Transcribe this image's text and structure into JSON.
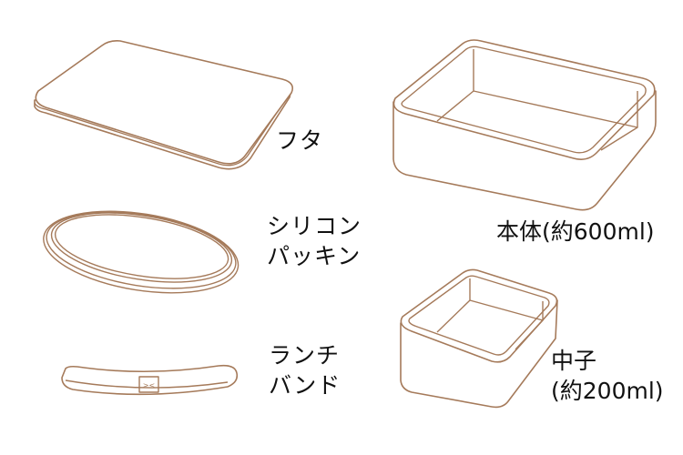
{
  "stroke_color": "#a57a5a",
  "parts": {
    "lid": {
      "label": "フタ"
    },
    "gasket": {
      "label_line1": "シリコン",
      "label_line2": "パッキン"
    },
    "band": {
      "label_line1": "ランチ",
      "label_line2": "バンド"
    },
    "body": {
      "label": "本体(約600ml)"
    },
    "inner": {
      "label_line1": "中子",
      "label_line2": "(約200ml)"
    }
  }
}
